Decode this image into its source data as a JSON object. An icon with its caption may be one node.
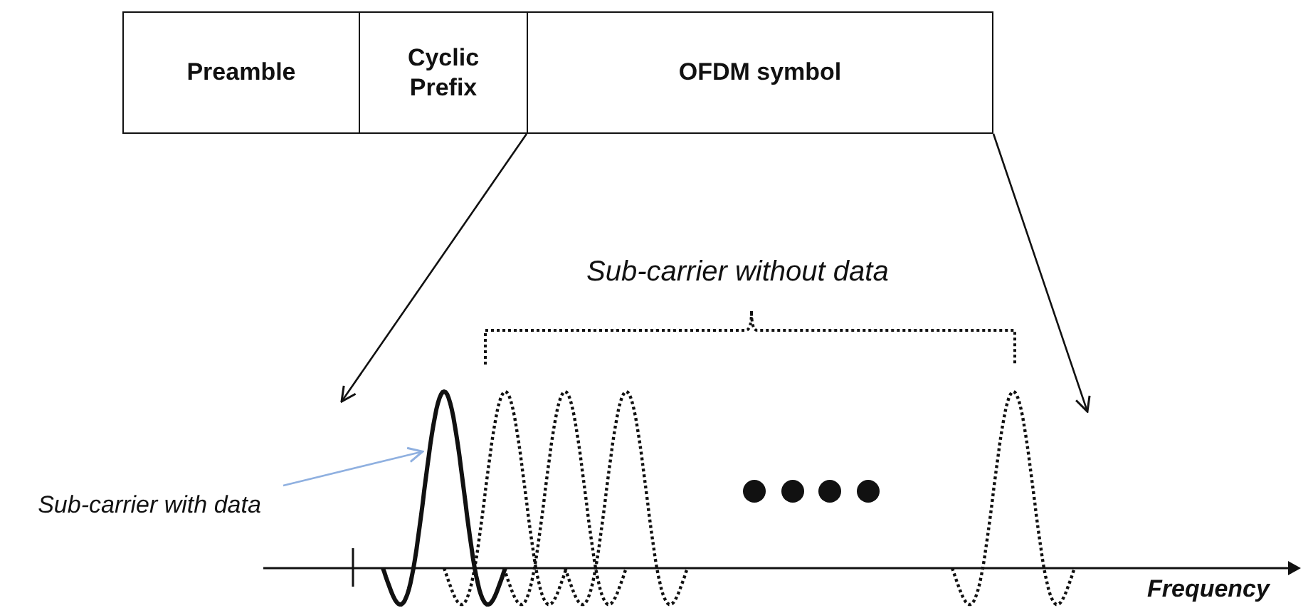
{
  "diagram": {
    "nodes": [
      {
        "text": [
          "Preamble"
        ]
      },
      {
        "text": [
          "Cyclic Prefix"
        ]
      },
      {
        "text": [
          "OFDM symbol"
        ]
      },
      {
        "text": [
          "Sub-carrier with data"
        ]
      },
      {
        "text": [],
        "shape": "picture"
      }
    ],
    "edges": [
      {
        "from": 2,
        "to": null,
        "arrow": "to"
      },
      {
        "from": 2,
        "to": null,
        "arrow": "to"
      },
      {
        "from": 3,
        "to": 4,
        "arrow": "to",
        "color": "#8fb0e0"
      }
    ],
    "labels": [
      "Sub-carrier without data",
      "Frequency"
    ]
  }
}
